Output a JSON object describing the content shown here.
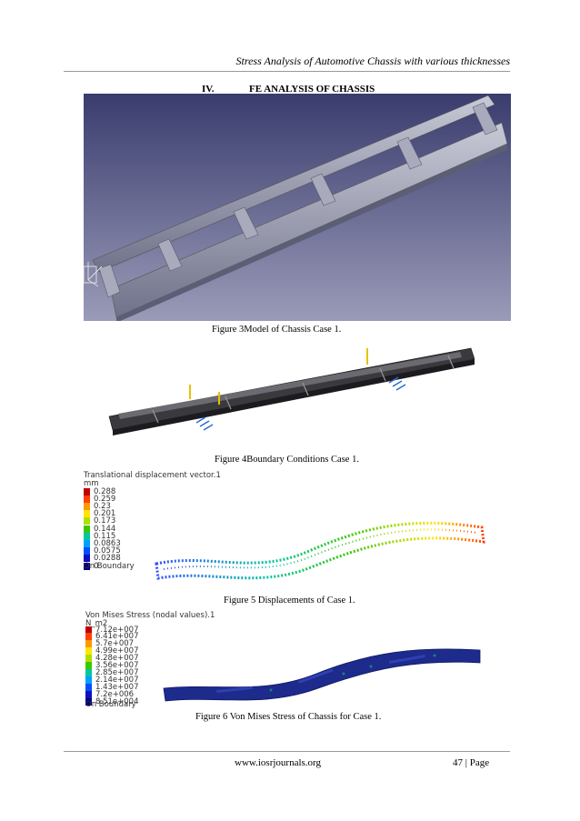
{
  "header": {
    "running_title": "Stress Analysis of Automotive Chassis with various thicknesses"
  },
  "section": {
    "number": "IV.",
    "title": "FE ANALYSIS OF CHASSIS"
  },
  "figures": {
    "fig3": {
      "caption": "Figure 3Model of Chassis Case 1."
    },
    "fig4": {
      "caption": "Figure 4Boundary Conditions Case 1."
    },
    "fig5": {
      "caption": "Figure 5 Displacements of Case 1.",
      "legend_title": "Translational displacement vector.1",
      "unit": "mm",
      "values": [
        "0.288",
        "0.259",
        "0.23",
        "0.201",
        "0.173",
        "0.144",
        "0.115",
        "0.0863",
        "0.0575",
        "0.0288",
        "0"
      ],
      "footer": "On Boundary",
      "colors": [
        "#c00000",
        "#ff4000",
        "#ff9900",
        "#ffe600",
        "#b0e000",
        "#3cc800",
        "#00c8a0",
        "#00a0ff",
        "#0050ff",
        "#1010c0",
        "#000080"
      ]
    },
    "fig6": {
      "caption": "Figure 6 Von Mises Stress of Chassis for Case 1.",
      "legend_title": "Von Mises Stress (nodal values).1",
      "unit": "N_m2",
      "values": [
        "7.12e+007",
        "6.41e+007",
        "5.7e+007",
        "4.99e+007",
        "4.28e+007",
        "3.56e+007",
        "2.85e+007",
        "2.14e+007",
        "1.43e+007",
        "7.2e+006",
        "8.51e+004"
      ],
      "footer": "On Boundary",
      "colors": [
        "#c00000",
        "#ff4000",
        "#ff9900",
        "#ffe600",
        "#b0e000",
        "#3cc800",
        "#00c8a0",
        "#00a0ff",
        "#0050ff",
        "#1010c0",
        "#000080"
      ]
    }
  },
  "footer": {
    "url": "www.iosrjournals.org",
    "page": "47 | Page"
  }
}
